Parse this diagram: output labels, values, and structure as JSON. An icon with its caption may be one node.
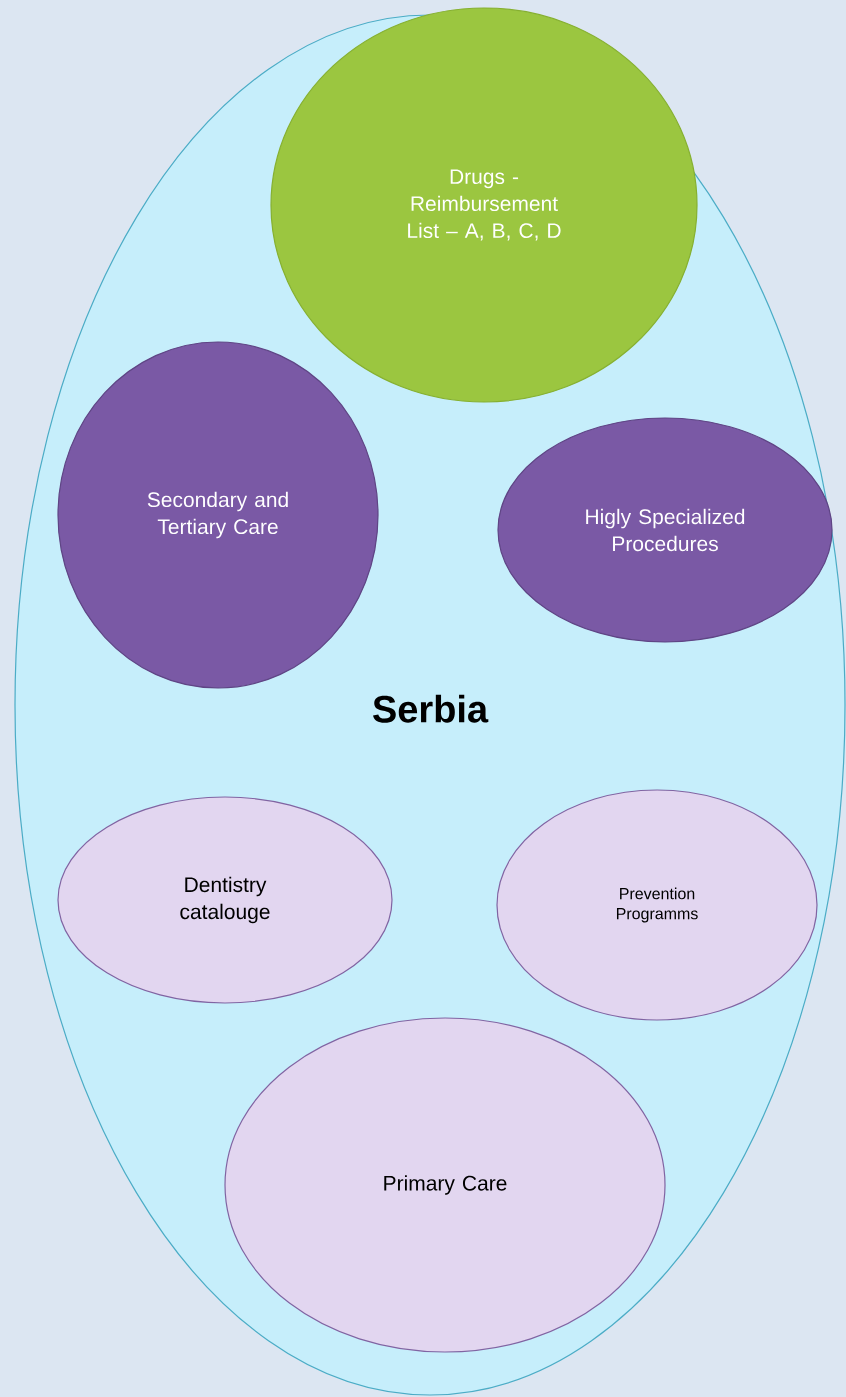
{
  "diagram": {
    "nodes": [
      {
        "text": [
          "Serbia"
        ]
      },
      {
        "text": [
          "Drugs - Reimbursement List – A, B, C, D"
        ],
        "in": 0
      },
      {
        "text": [
          "Secondary and Tertiary Care"
        ],
        "in": 0
      },
      {
        "text": [
          "Higly Specialized Procedures"
        ],
        "in": 0
      },
      {
        "text": [
          "Dentistry catalouge"
        ],
        "in": 0
      },
      {
        "text": [
          "Prevention Programms"
        ],
        "in": 0
      },
      {
        "text": [
          "Primary Care"
        ],
        "in": 0
      }
    ]
  }
}
